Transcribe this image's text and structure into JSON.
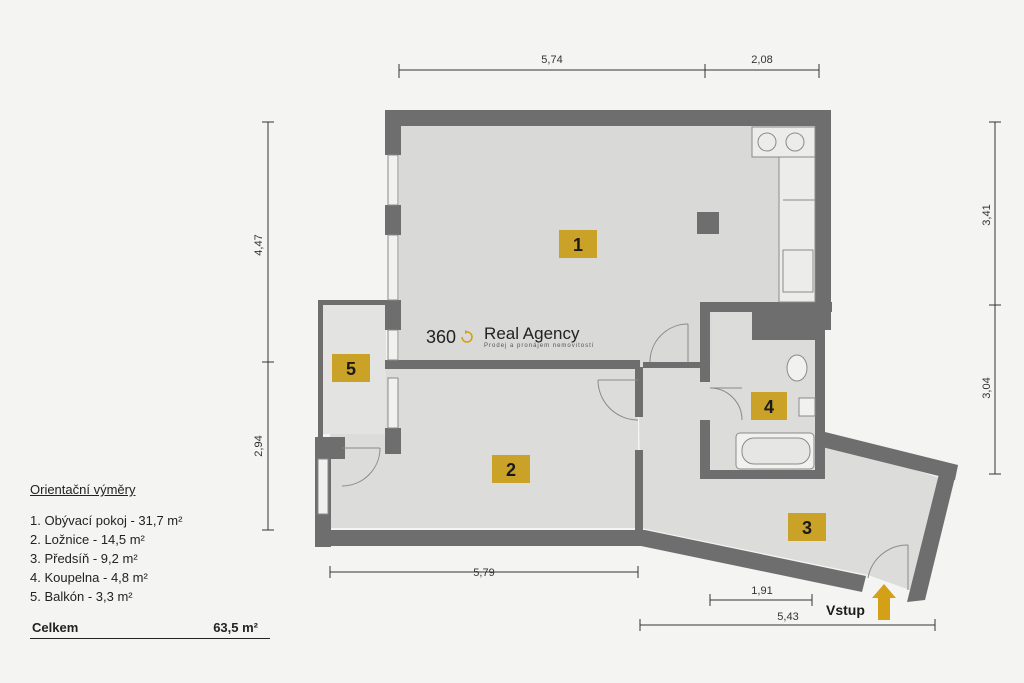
{
  "dimensions": {
    "top_left": "5,74",
    "top_right": "2,08",
    "left_upper": "4,47",
    "left_lower": "2,94",
    "right_upper": "3,41",
    "right_lower": "3,04",
    "bottom_left": "5,79",
    "bottom_door": "1,91",
    "bottom_right": "5,43"
  },
  "rooms": [
    {
      "id": "1"
    },
    {
      "id": "2"
    },
    {
      "id": "3"
    },
    {
      "id": "4"
    },
    {
      "id": "5"
    }
  ],
  "logo": {
    "number": "360",
    "name": "Real Agency",
    "tagline": "Prodej a pronájem nemovitostí"
  },
  "legend": {
    "title": "Orientační výměry",
    "items": [
      "1. Obývací pokoj -  31,7 m²",
      "2. Ložnice - 14,5 m²",
      "3. Předsíň - 9,2 m²",
      "4. Koupelna - 4,8 m²",
      "5. Balkón - 3,3 m²"
    ],
    "total_label": "Celkem",
    "total_value": "63,5 m²"
  },
  "entry_label": "Vstup",
  "colors": {
    "wall": "#6e6e6e",
    "floor": "#d9d9d7",
    "badge": "#c9a227",
    "accent": "#d4a017"
  }
}
